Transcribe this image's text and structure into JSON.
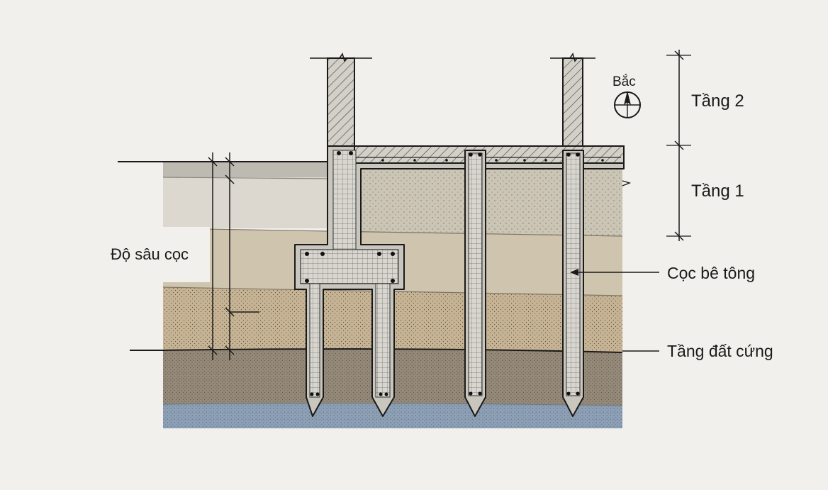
{
  "labels": {
    "north": "Bắc",
    "floor2": "Tầng 2",
    "floor1": "Tầng 1",
    "pile_depth": "Độ sâu cọc",
    "concrete_pile": "Cọc bê tông",
    "hard_soil": "Tầng đất cứng"
  },
  "colors": {
    "background": "#f1f0ec",
    "top_soil": "#bdbab2",
    "light_soil": "#dcd8cf",
    "sandy_soil": "#cfc4ae",
    "clay_soil": "#c6b394",
    "hard_soil": "#958a79",
    "water_layer": "#8ea0b5",
    "concrete": "#c9c6bd",
    "line": "#1a1a1a"
  },
  "icons": {
    "compass": "north-arrow-icon"
  }
}
